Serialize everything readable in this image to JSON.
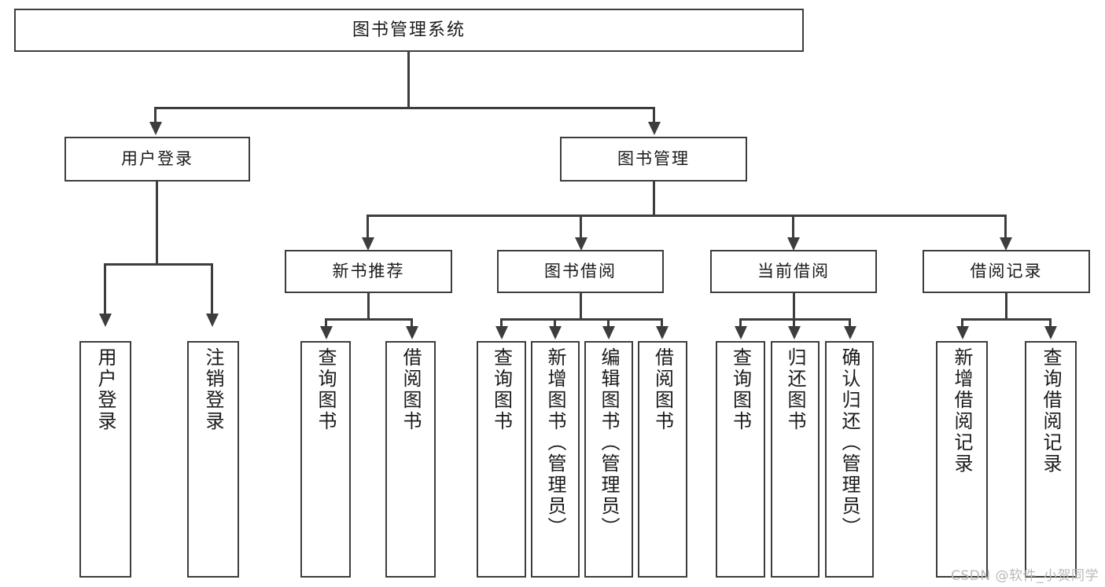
{
  "diagram": {
    "title": "图书管理系统",
    "type": "hierarchy-tree",
    "root": {
      "id": "root",
      "label": "图书管理系统"
    },
    "level2": [
      {
        "id": "user-login",
        "label": "用户登录"
      },
      {
        "id": "book-manage",
        "label": "图书管理"
      }
    ],
    "level3": [
      {
        "id": "new-book-recommend",
        "label": "新书推荐",
        "parent": "book-manage"
      },
      {
        "id": "book-borrow",
        "label": "图书借阅",
        "parent": "book-manage"
      },
      {
        "id": "current-borrow",
        "label": "当前借阅",
        "parent": "book-manage"
      },
      {
        "id": "borrow-record",
        "label": "借阅记录",
        "parent": "book-manage"
      }
    ],
    "leaves": [
      {
        "id": "leaf-user-login",
        "label": "用户登录",
        "parent": "user-login"
      },
      {
        "id": "leaf-logout-login",
        "label": "注销登录",
        "parent": "user-login"
      },
      {
        "id": "leaf-query-book-1",
        "label": "查询图书",
        "parent": "new-book-recommend"
      },
      {
        "id": "leaf-borrow-book-1",
        "label": "借阅图书",
        "parent": "new-book-recommend"
      },
      {
        "id": "leaf-query-book-2",
        "label": "查询图书",
        "parent": "book-borrow"
      },
      {
        "id": "leaf-add-book",
        "label": "新增图书（管理员）",
        "parent": "book-borrow"
      },
      {
        "id": "leaf-edit-book",
        "label": "编辑图书（管理员）",
        "parent": "book-borrow"
      },
      {
        "id": "leaf-borrow-book-2",
        "label": "借阅图书",
        "parent": "book-borrow"
      },
      {
        "id": "leaf-query-book-3",
        "label": "查询图书",
        "parent": "current-borrow"
      },
      {
        "id": "leaf-return-book",
        "label": "归还图书",
        "parent": "current-borrow"
      },
      {
        "id": "leaf-confirm-return",
        "label": "确认归还（管理员）",
        "parent": "current-borrow"
      },
      {
        "id": "leaf-add-record",
        "label": "新增借阅记录",
        "parent": "borrow-record"
      },
      {
        "id": "leaf-query-record",
        "label": "查询借阅记录",
        "parent": "borrow-record"
      }
    ],
    "style": {
      "border_color": "#3d3d3d",
      "fill_color": "#ffffff",
      "text_color": "#1a1a1a",
      "background": "#ffffff"
    }
  },
  "watermark": {
    "text": "CSDN @软件_小贺同学",
    "color": "#b9b9b9"
  }
}
